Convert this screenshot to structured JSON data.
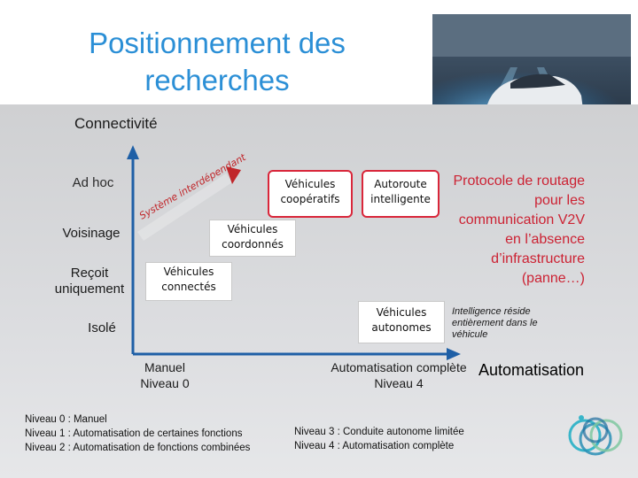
{
  "slide": {
    "title": "Positionnement des recherches",
    "colors": {
      "title": "#2b8fd6",
      "highlight": "#d9263a",
      "axis": "#1e5fa6",
      "arrow": "#c0262a"
    }
  },
  "axes": {
    "y_title": "Connectivité",
    "x_title": "Automatisation",
    "y_levels": [
      "Ad hoc",
      "Voisinage",
      "Reçoit uniquement",
      "Isolé"
    ],
    "x_start": "Manuel Niveau 0",
    "x_end": "Automatisation complète Niveau 4"
  },
  "arrow_label": "Système interdépendant",
  "boxes": {
    "connected": "Véhicules connectés",
    "coordinated": "Véhicules coordonnés",
    "cooperative": "Véhicules coopératifs",
    "highway": "Autoroute intelligente",
    "autonomous": "Véhicules autonomes"
  },
  "notes": {
    "protocol": "Protocole de routage pour les communication V2V en l’absence d’infrastructure (panne…)",
    "intelligence": "Intelligence réside entièrement dans le véhicule"
  },
  "legend": {
    "left": [
      "Niveau 0 : Manuel",
      "Niveau 1 : Automatisation de certaines fonctions",
      "Niveau 2 : Automatisation de fonctions combinées"
    ],
    "right": [
      "Niveau 3 : Conduite autonome limitée",
      "Niveau 4 : Automatisation complète"
    ]
  }
}
